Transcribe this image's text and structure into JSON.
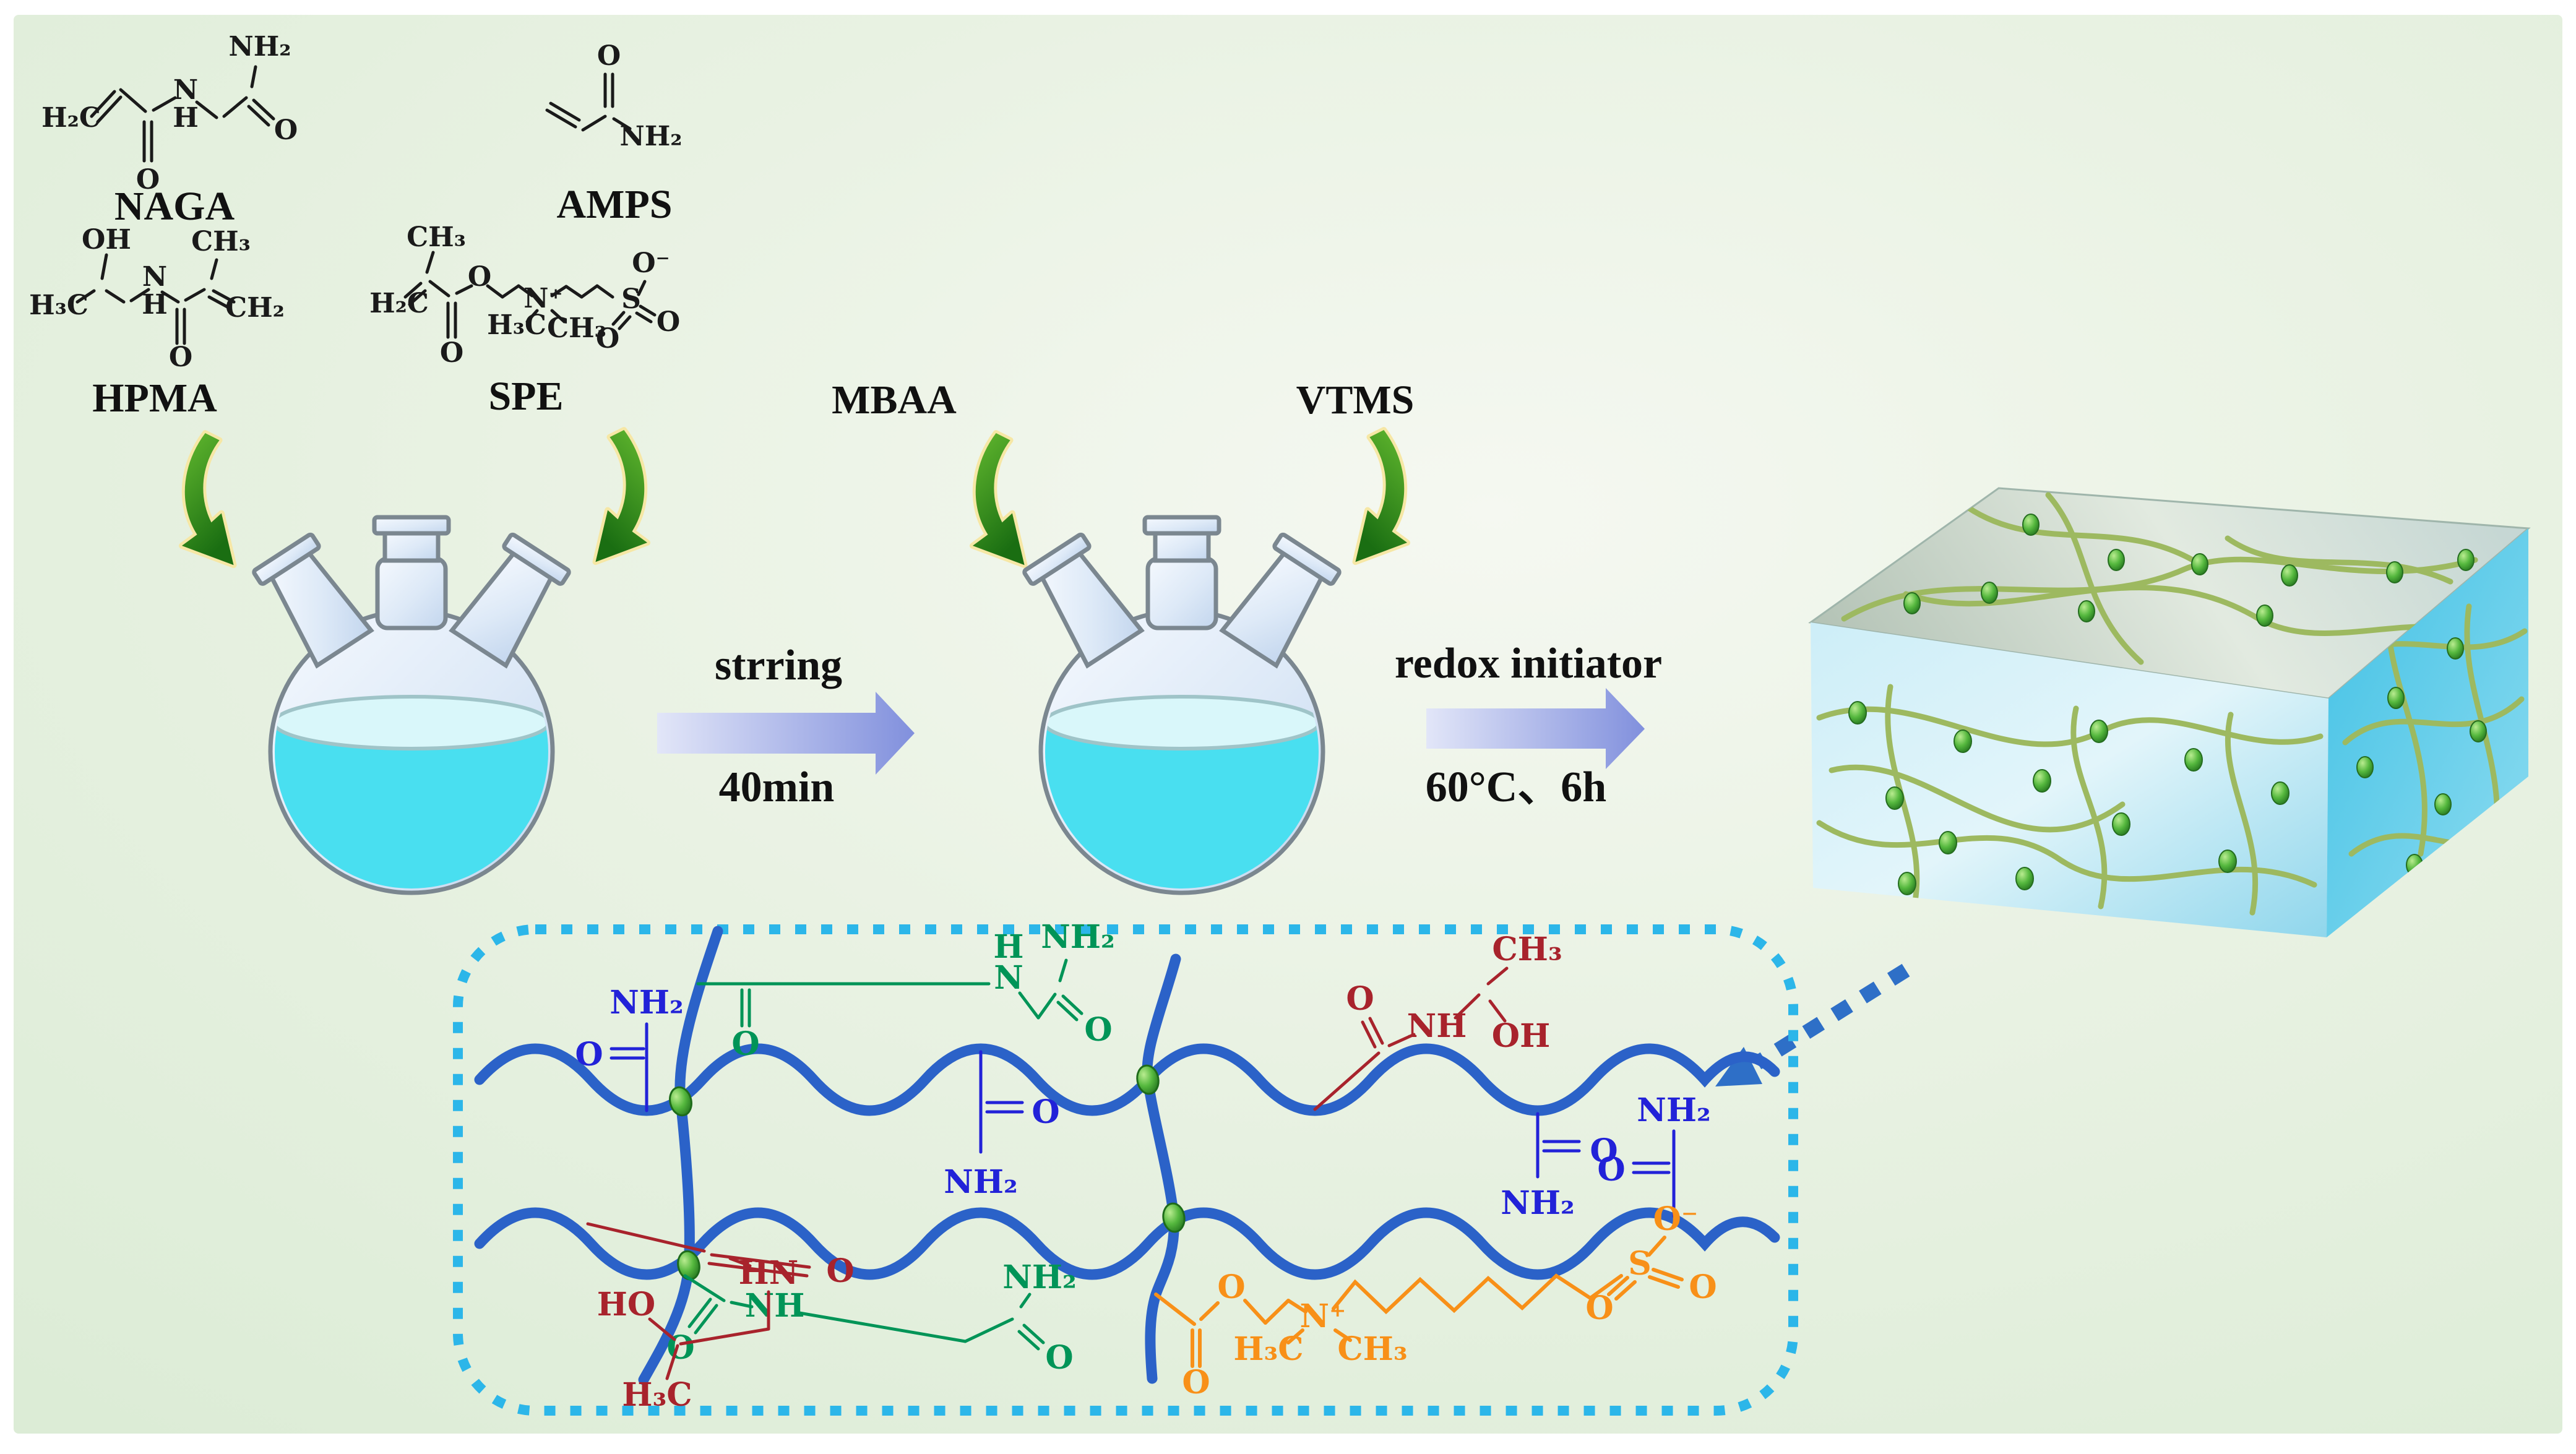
{
  "monomers": {
    "naga": {
      "name": "NAGA",
      "atoms": {
        "h2c": "H₂C",
        "o1": "O",
        "n": "N",
        "h": "H",
        "nh2": "NH₂",
        "o2": "O"
      }
    },
    "amps": {
      "name": "AMPS",
      "atoms": {
        "o": "O",
        "nh2": "NH₂"
      }
    },
    "hpma": {
      "name": "HPMA",
      "atoms": {
        "oh": "OH",
        "h3c": "H₃C",
        "n": "N",
        "h": "H",
        "o": "O",
        "ch3": "CH₃",
        "ch2": "CH₂"
      }
    },
    "spe": {
      "name": "SPE",
      "atoms": {
        "ch3": "CH₃",
        "h2c": "H₂C",
        "o_ester": "O",
        "o_carbonyl": "O",
        "h3c": "H₃C",
        "n_plus": "N⁺",
        "ch3_b": "CH₃",
        "s": "S",
        "o_minus": "O⁻",
        "o_right": "O",
        "o_down": "O"
      }
    }
  },
  "crosslinkers": {
    "mbaa": "MBAA",
    "vtms": "VTMS"
  },
  "steps": {
    "step1": {
      "top": "strring",
      "bottom": "40min"
    },
    "step2": {
      "top": "redox initiator",
      "bottom": "60°C、6h"
    }
  },
  "network": {
    "labels": {
      "nh2": "NH₂",
      "o": "O",
      "n": "N",
      "h": "H",
      "nh": "NH",
      "hn": "HN",
      "ho": "HO",
      "oh": "OH",
      "h3c": "H₃C",
      "ch3": "CH₃",
      "n_plus": "N⁺",
      "s": "S",
      "o_minus": "O⁻"
    }
  },
  "colors": {
    "panel_center": "#f4f8f1",
    "panel_edge": "#dcecd6",
    "chain_blue": "#2b62c8",
    "pendant_blue": "#2222d8",
    "pendant_green": "#009457",
    "pendant_red": "#a8232c",
    "pendant_orange": "#f89018",
    "box_dash": "#2cb6e9",
    "arrow_green": "#2e8b1e",
    "liquid_cyan": "#49dff0",
    "block_arrow": "#8493de",
    "dashed_arrow_blue": "#2e6fc7",
    "crosslink_bead": "#2f8b28"
  }
}
